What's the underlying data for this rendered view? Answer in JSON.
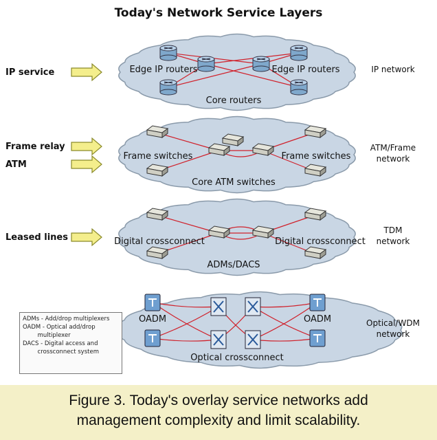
{
  "title": "Today's Network Service Layers",
  "layers": [
    {
      "id": "ip",
      "left_label": [
        "IP service"
      ],
      "right_label": [
        "IP network"
      ],
      "node_labels": {
        "a": "Edge IP routers",
        "b": "Edge IP routers",
        "c": "Core routers"
      }
    },
    {
      "id": "atm",
      "left_label": [
        "Frame relay",
        "ATM"
      ],
      "right_label": [
        "ATM/Frame",
        "network"
      ],
      "node_labels": {
        "a": "Frame switches",
        "b": "Frame switches",
        "c": "Core ATM switches"
      }
    },
    {
      "id": "tdm",
      "left_label": [
        "Leased lines"
      ],
      "right_label": [
        "TDM",
        "network"
      ],
      "node_labels": {
        "a": "Digital crossconnect",
        "b": "Digital crossconnect",
        "c": "ADMs/DACS"
      }
    },
    {
      "id": "optical",
      "left_label": [],
      "right_label": [
        "Optical/WDM",
        "network"
      ],
      "node_labels": {
        "a": "OADM",
        "b": "OADM",
        "c": "Optical crossconnect"
      }
    }
  ],
  "legend": {
    "lines": [
      "ADMs - Add/drop multiplexers",
      "OADM - Optical add/drop",
      "        multiplexer",
      "DACS - Digital access and",
      "        crossconnect system"
    ]
  },
  "caption": {
    "line1": "Figure 3. Today's overlay service networks add",
    "line2": "management complexity and limit scalability."
  },
  "colors": {
    "cloud_fill": "#c9d6e4",
    "cloud_stroke": "#8a9aaa",
    "link": "#d0202a",
    "arrow_fill": "#f4ee8c",
    "arrow_stroke": "#8a8a2a",
    "router_fill": "#7fa8cc",
    "switch_fill": "#cfcfc4",
    "oadm_fill": "#6f9fd0",
    "background": "#f4f0c8"
  },
  "icons": {
    "ip": "router-cylinder-icon",
    "atm": "switch-box-icon",
    "tdm": "crossconnect-box-icon",
    "optical": "optical-node-icon"
  }
}
